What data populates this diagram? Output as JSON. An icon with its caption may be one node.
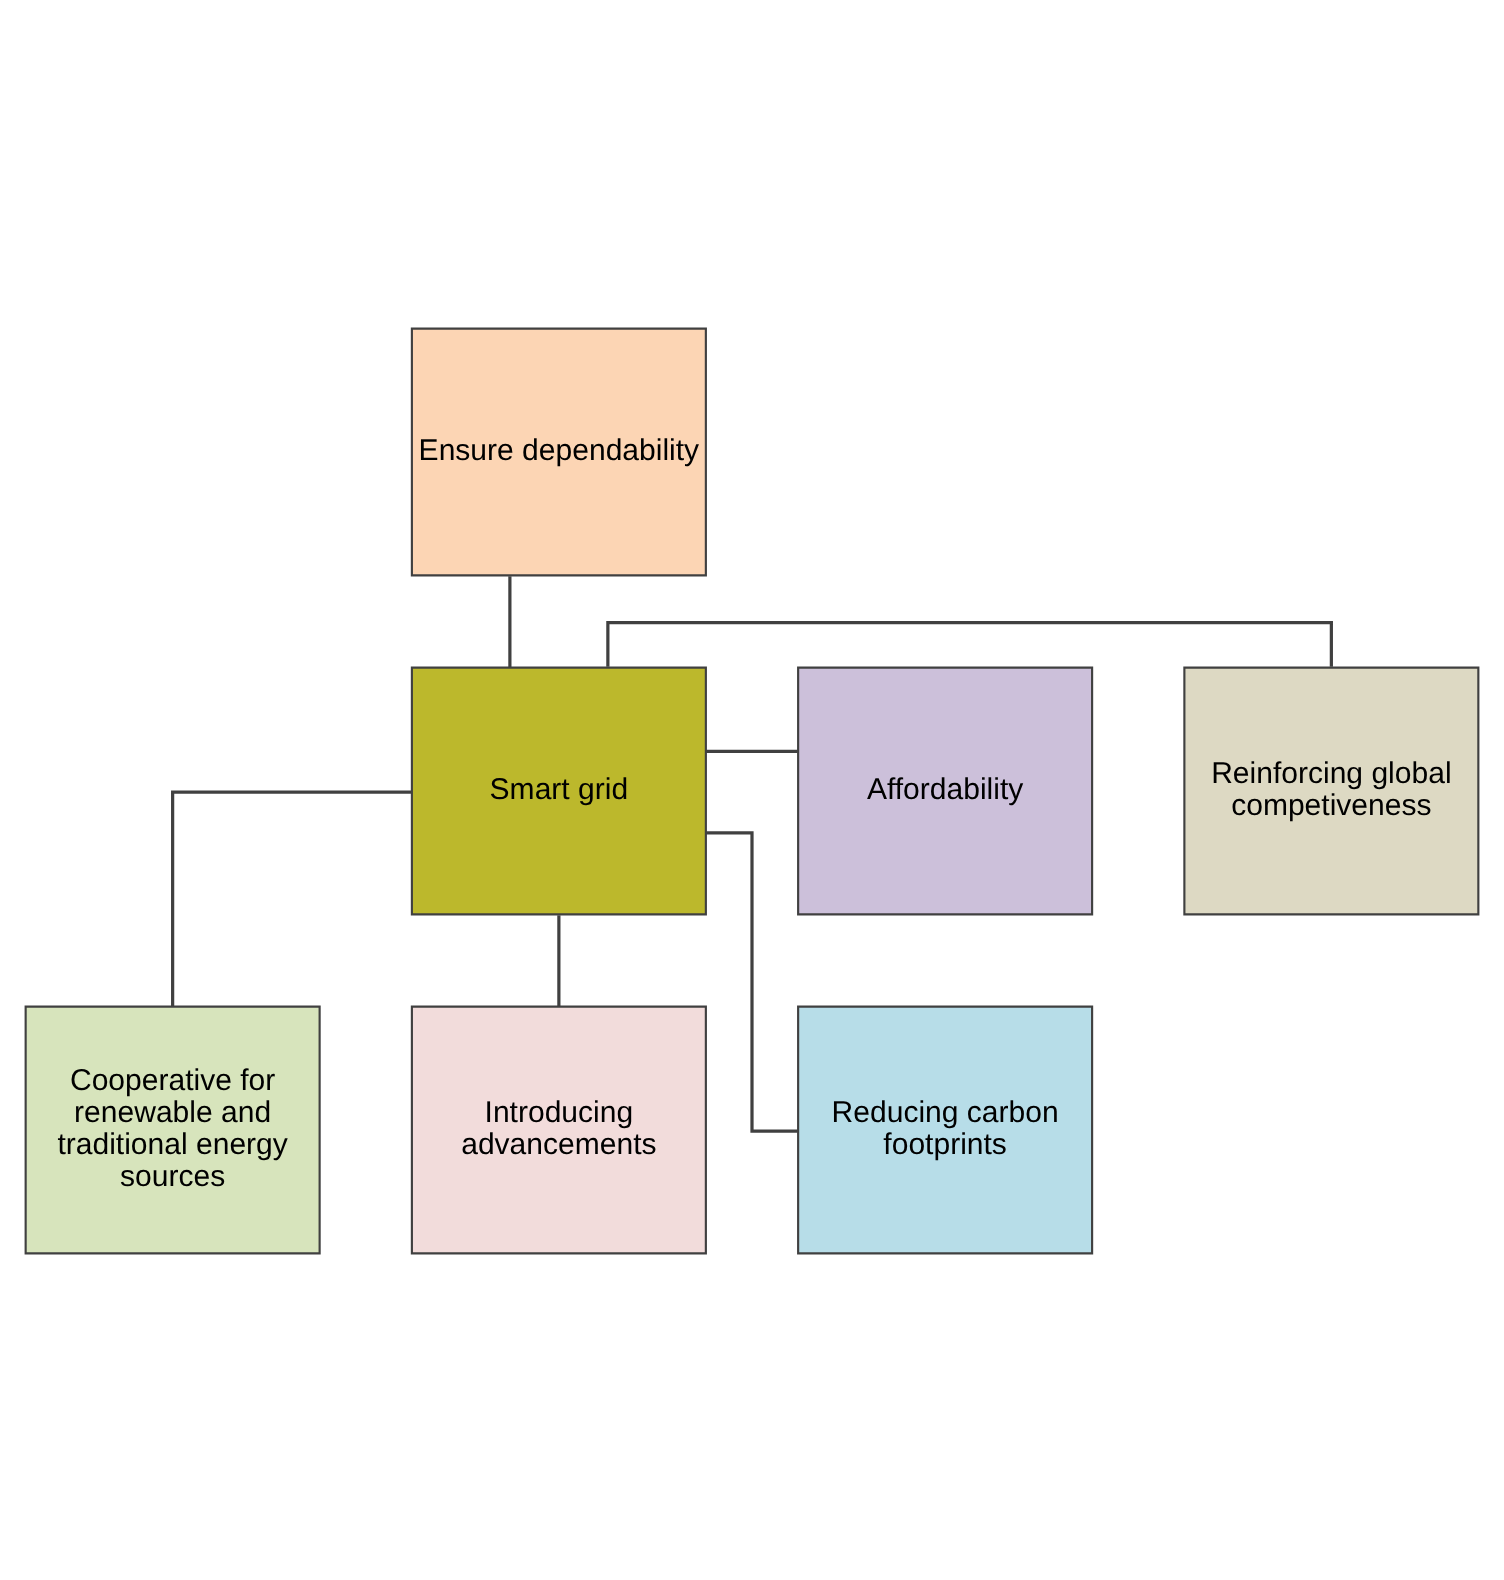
{
  "diagram": {
    "nodes": [
      {
        "text": [
          "Ensure dependability"
        ]
      },
      {
        "text": [
          "Reinforcing global competiveness"
        ]
      },
      {
        "text": [
          "Affordability"
        ]
      },
      {
        "text": [
          "Smart grid"
        ]
      },
      {
        "text": [
          "Cooperative for renewable and traditional energy sources"
        ]
      },
      {
        "text": [
          "Introducing advancements"
        ]
      },
      {
        "text": [
          "Reducing carbon footprints"
        ]
      }
    ],
    "edges": [
      {
        "from": 0,
        "to": 3,
        "arrow": "none"
      },
      {
        "from": 3,
        "to": 1,
        "arrow": "none"
      },
      {
        "from": 3,
        "to": 2,
        "arrow": "none"
      },
      {
        "from": 3,
        "to": 4,
        "arrow": "none"
      },
      {
        "from": 3,
        "to": 5,
        "arrow": "none"
      },
      {
        "from": 3,
        "to": 6,
        "arrow": "none"
      }
    ]
  }
}
